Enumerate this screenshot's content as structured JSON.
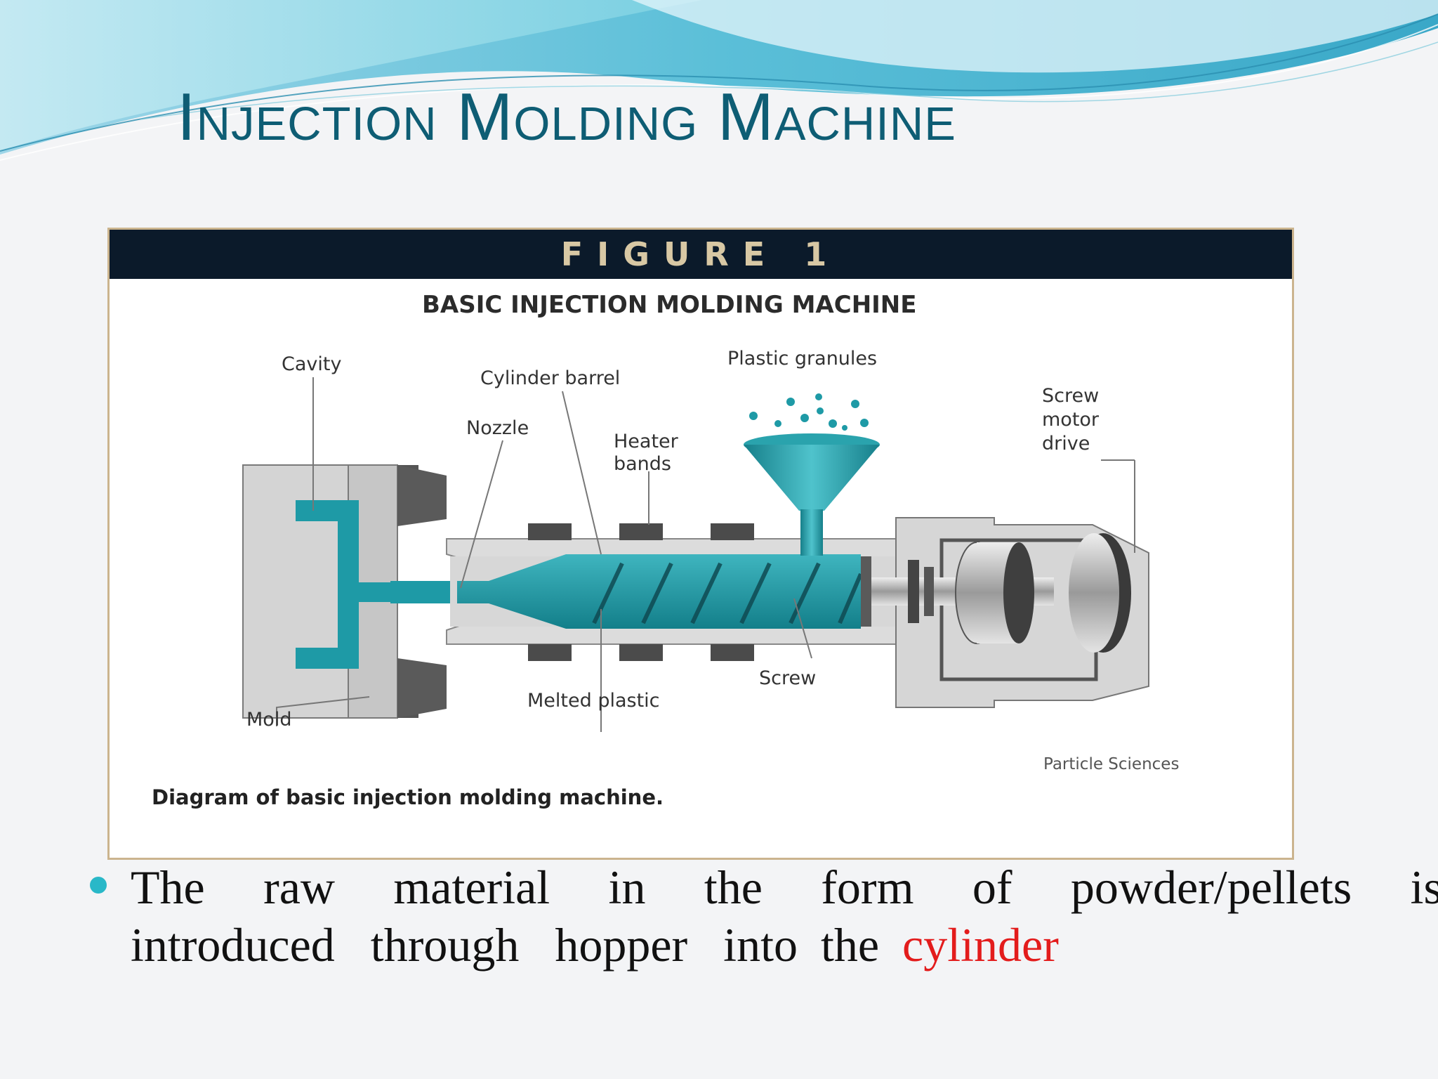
{
  "slide": {
    "title": "Injection  Molding Machine"
  },
  "figure": {
    "header": "FIGURE 1",
    "heading": "BASIC INJECTION MOLDING MACHINE",
    "caption": "Diagram of basic injection molding machine.",
    "credit": "Particle Sciences",
    "labels": {
      "cavity": "Cavity",
      "cylinder_barrel": "Cylinder barrel",
      "plastic_granules": "Plastic granules",
      "screw_motor_drive": [
        "Screw",
        "motor",
        "drive"
      ],
      "nozzle": "Nozzle",
      "heater_bands": [
        "Heater",
        "bands"
      ],
      "screw": "Screw",
      "melted_plastic": "Melted plastic",
      "mold": "Mold"
    },
    "colors": {
      "plastic": "#1e9aa6",
      "metal": "#c9c9c9",
      "dark_metal": "#555555"
    }
  },
  "bullet": {
    "line1_words": [
      "The",
      "raw",
      "material",
      "in",
      "the",
      "form",
      "of",
      "powder/pellets",
      "is"
    ],
    "line2_words": [
      "introduced",
      "through",
      "hopper",
      "into",
      "the"
    ],
    "highlight": "cylinder",
    "highlight_color": "#e31c1c"
  }
}
